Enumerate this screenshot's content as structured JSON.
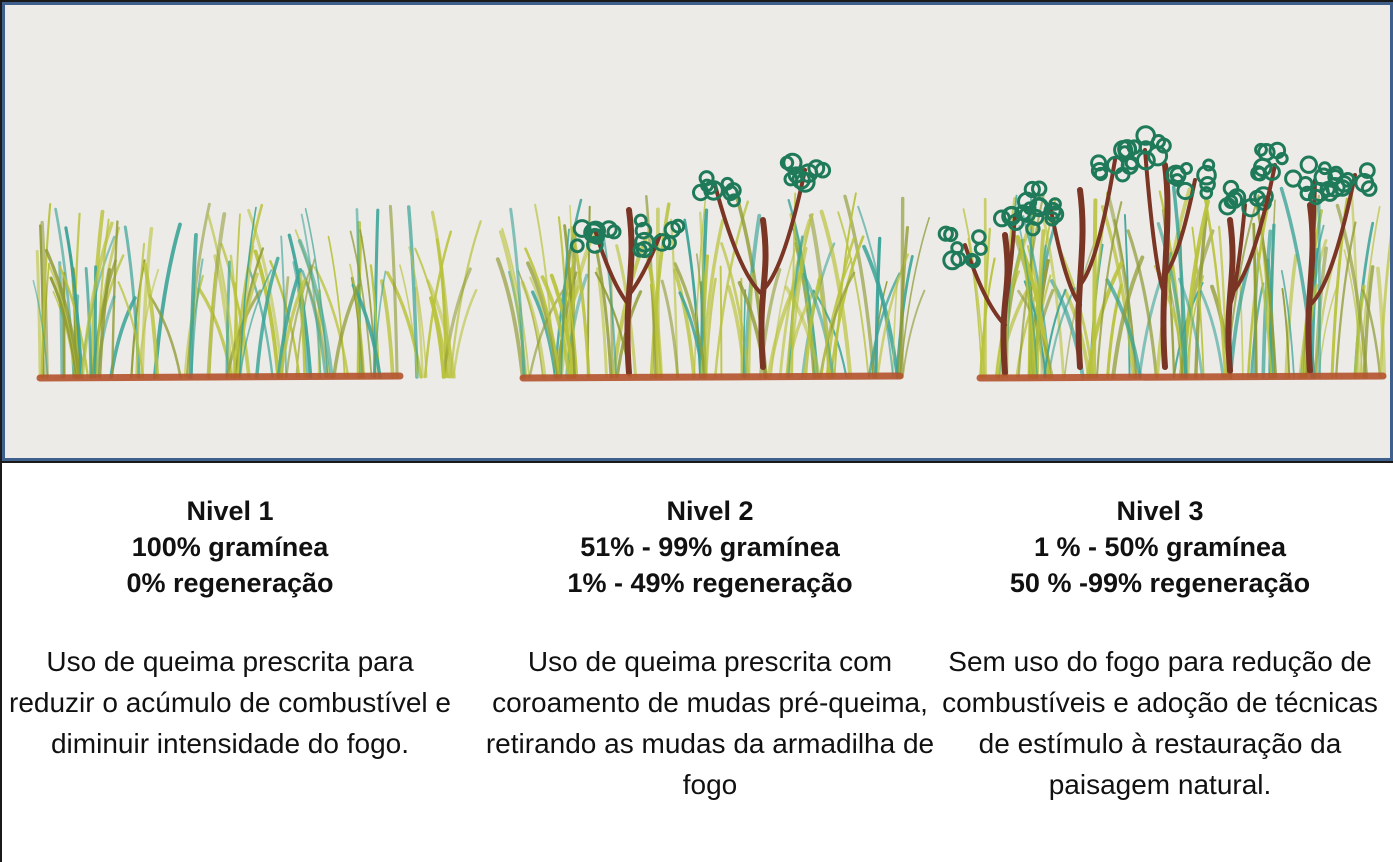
{
  "levels": [
    {
      "title": "Nivel 1",
      "grass": "100% gramínea",
      "regeneration": "0% regeneração",
      "description": "Uso de queima prescrita para reduzir o acúmulo de combustível e diminuir intensidade do fogo."
    },
    {
      "title": "Nivel 2",
      "grass": "51% - 99% gramínea",
      "regeneration": "1% - 49% regeneração",
      "description": "Uso de queima prescrita com coroamento de mudas pré-queima, retirando as mudas da armadilha de fogo"
    },
    {
      "title": "Nivel 3",
      "grass": "1 % - 50% gramínea",
      "regeneration": "50 % -99% regeneração",
      "description": "Sem uso do fogo para redução de combustíveis e adoção de técnicas de estímulo à restauração da paisagem natural."
    }
  ],
  "colors": {
    "paper": "#ecebe7",
    "border": "#3f5f8c",
    "grass_yellow": "#b9c23a",
    "grass_olive": "#8f9a33",
    "grass_teal": "#3aa397",
    "soil": "#b5532c",
    "trunk": "#7a3524",
    "canopy": "#1f7a5a"
  }
}
